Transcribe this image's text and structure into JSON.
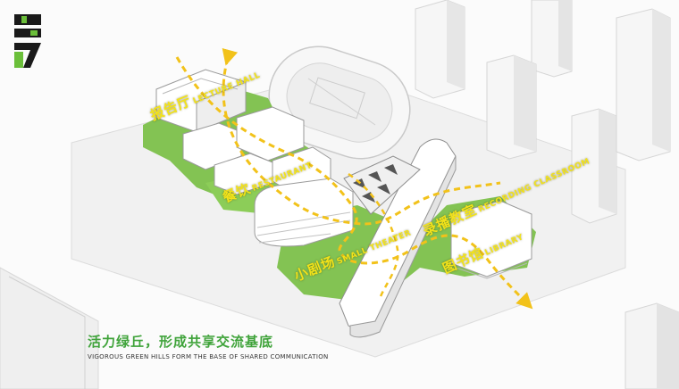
{
  "labels": {
    "lecture_hall": {
      "cn": "报告厅",
      "en": "LECTURE HALL"
    },
    "restaurant": {
      "cn": "餐饮",
      "en": "RESTAURANT"
    },
    "recording_classroom": {
      "cn": "录播教室",
      "en": "RECORDING CLASSROOM"
    },
    "small_theater": {
      "cn": "小剧场",
      "en": "SMALL THEATER"
    },
    "library": {
      "cn": "图书馆",
      "en": "LIBRARY"
    }
  },
  "caption": {
    "cn": "活力绿丘，形成共享交流基底",
    "en": "VIGOROUS GREEN HILLS FORM THE BASE OF SHARED COMMUNICATION"
  },
  "colors": {
    "green": "#7cc04a",
    "path_yellow": "#f2c21a",
    "label_yellow": "#f2e21a",
    "caption_green": "#3fa33a",
    "logo_dark": "#1a1a1a",
    "logo_green": "#6bbf3a"
  }
}
